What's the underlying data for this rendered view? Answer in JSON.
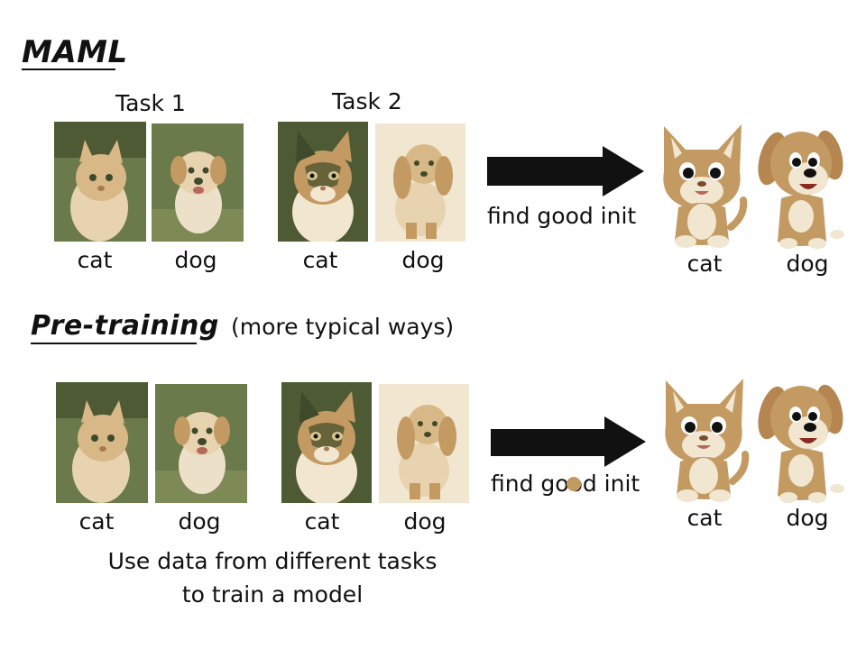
{
  "maml": {
    "title": "MAML",
    "task1_label": "Task 1",
    "task2_label": "Task 2",
    "images": [
      {
        "label": "cat"
      },
      {
        "label": "dog"
      },
      {
        "label": "cat"
      },
      {
        "label": "dog"
      }
    ],
    "arrow_label": "find good init",
    "result_labels": [
      "cat",
      "dog"
    ]
  },
  "pretraining": {
    "title": "Pre-training",
    "note": "(more typical ways)",
    "images": [
      {
        "label": "cat"
      },
      {
        "label": "dog"
      },
      {
        "label": "cat"
      },
      {
        "label": "dog"
      }
    ],
    "arrow_label": "find good init",
    "result_labels": [
      "cat",
      "dog"
    ],
    "caption_line1": "Use data from different tasks",
    "caption_line2": "to train a model"
  },
  "colors": {
    "olive": "#6b7a4a",
    "dark_olive": "#3f4a2a",
    "tan": "#c49a63",
    "light_tan": "#e8d3b0",
    "cream": "#f1e6d0",
    "arrow": "#111111"
  }
}
